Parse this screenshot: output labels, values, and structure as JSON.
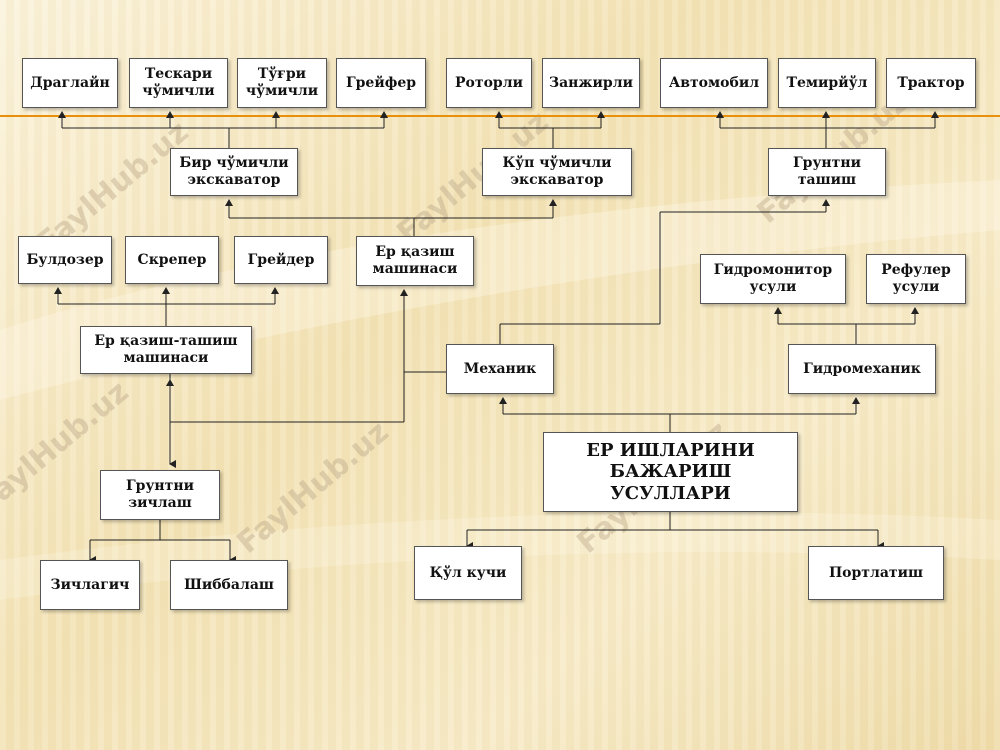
{
  "diagram": {
    "title": "ЕР ИШЛАРИНИ\nБАЖАРИШ УСУЛЛАРИ",
    "nodes": {
      "draglayn": "Драглайн",
      "teskari": "Тескари\nчўмичли",
      "tugri": "Тўғри\nчўмичли",
      "greyfer": "Грейфер",
      "rotorli": "Роторли",
      "zanjirli": "Занжирли",
      "avtomobil": "Автомобил",
      "temiryul": "Темирйўл",
      "traktor": "Трактор",
      "bir_chumichli": "Бир чўмичли\nэкскаватор",
      "kup_chumichli": "Кўп чўмичли\nэкскаватор",
      "gruntni_tashish": "Грунтни\nташиш",
      "buldozer": "Булдозер",
      "skreper": "Скрепер",
      "greyder": "Грейдер",
      "er_qazish": "Ер қазиш\nмашинаси",
      "gidromonitor": "Гидромонитор\nусули",
      "refuler": "Рефулер\nусули",
      "er_qazish_tashish": "Ер қазиш-ташиш\nмашинаси",
      "mexanik": "Механик",
      "gidromexanik": "Гидромеханик",
      "gruntni_zichlash": "Грунтни\nзичлаш",
      "zichlagich": "Зичлагич",
      "shibbalash": "Шиббалаш",
      "qul_kuchi": "Қўл кучи",
      "portlatish": "Портлатиш"
    },
    "watermark": "FaylHub.uz",
    "colors": {
      "accent_line": "#e8900c",
      "connector": "#222222"
    }
  }
}
